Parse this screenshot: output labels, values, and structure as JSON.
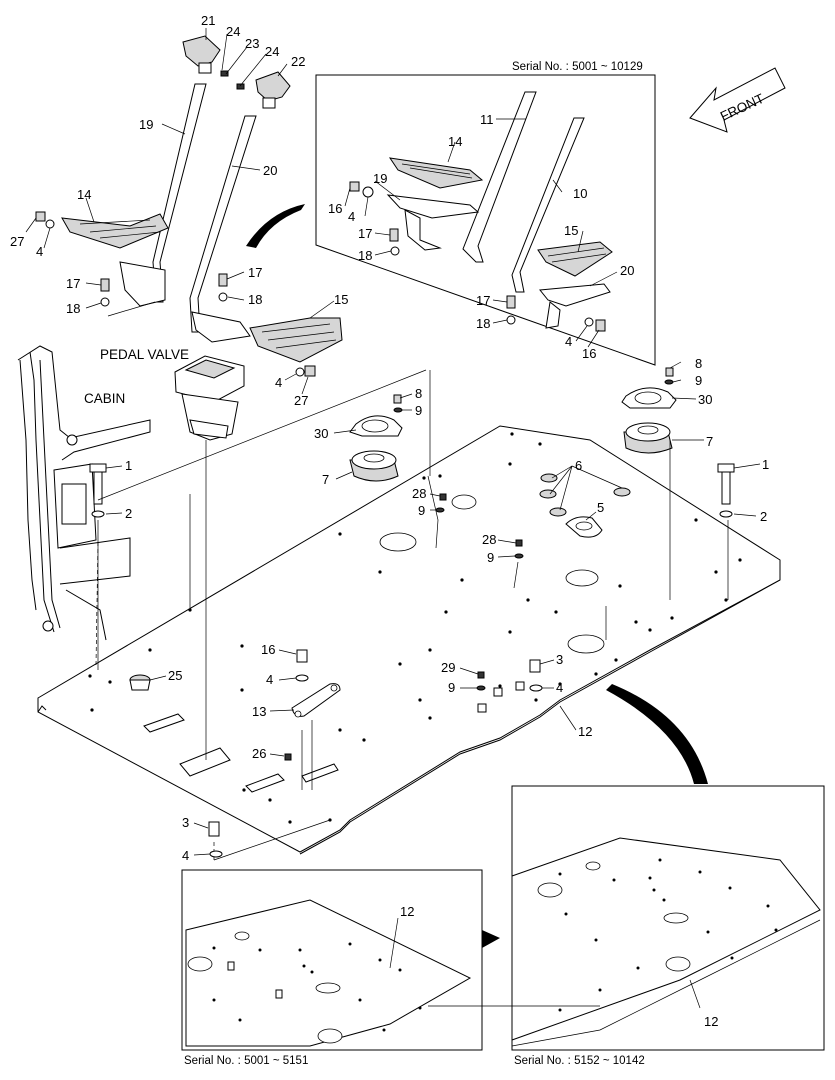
{
  "serials": {
    "inset_top": "Serial No. : 5001 ~ 10129",
    "inset_bottom_left": "Serial No. : 5001 ~ 5151",
    "inset_bottom_right": "Serial No. : 5152 ~ 10142"
  },
  "labels": {
    "front": "FRONT",
    "pedal_valve": "PEDAL VALVE",
    "cabin": "CABIN"
  },
  "callouts": {
    "c21": "21",
    "c24a": "24",
    "c23": "23",
    "c24b": "24",
    "c22": "22",
    "c19": "19",
    "c20": "20",
    "c14": "14",
    "c27a": "27",
    "c4a": "4",
    "c17a": "17",
    "c18a": "18",
    "c17b": "17",
    "c18b": "18",
    "c15": "15",
    "c4b": "4",
    "c27b": "27",
    "c11": "11",
    "c14i": "14",
    "c16i": "16",
    "c4i": "4",
    "c19i": "19",
    "c10": "10",
    "c17i": "17",
    "c18i": "18",
    "c15i": "15",
    "c20i": "20",
    "c17j": "17",
    "c18j": "18",
    "c4j": "4",
    "c16j": "16",
    "c8a": "8",
    "c9a": "9",
    "c30a": "30",
    "c7a": "7",
    "c8b": "8",
    "c9b": "9",
    "c30b": "30",
    "c7b": "7",
    "c1a": "1",
    "c2a": "2",
    "c1b": "1",
    "c2b": "2",
    "c6": "6",
    "c5": "5",
    "c28a": "28",
    "c9c": "9",
    "c28b": "28",
    "c9d": "9",
    "c25": "25",
    "c16": "16",
    "c4c": "4",
    "c13": "13",
    "c26": "26",
    "c29": "29",
    "c9e": "9",
    "c3a": "3",
    "c4d": "4",
    "c12": "12",
    "c3b": "3",
    "c4e": "4",
    "c12l": "12",
    "c12r": "12"
  }
}
